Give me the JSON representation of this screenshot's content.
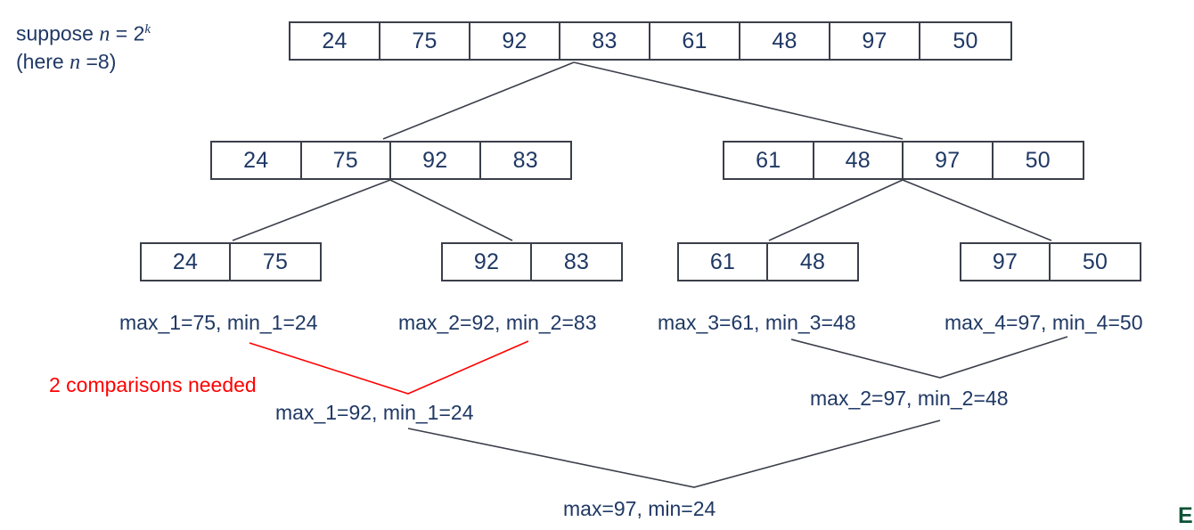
{
  "caption": {
    "line1_prefix": "suppose ",
    "line1_var": "n",
    "line1_eq": " = 2",
    "line1_exp": "k",
    "line2_prefix": "(here ",
    "line2_var": "n",
    "line2_suffix": " =8)"
  },
  "arrays": {
    "level1": {
      "values": [
        "24",
        "75",
        "92",
        "83",
        "61",
        "48",
        "97",
        "50"
      ]
    },
    "level2": [
      {
        "values": [
          "24",
          "75",
          "92",
          "83"
        ]
      },
      {
        "values": [
          "61",
          "48",
          "97",
          "50"
        ]
      }
    ],
    "level3": [
      {
        "values": [
          "24",
          "75"
        ]
      },
      {
        "values": [
          "92",
          "83"
        ]
      },
      {
        "values": [
          "61",
          "48"
        ]
      },
      {
        "values": [
          "97",
          "50"
        ]
      }
    ]
  },
  "labels": {
    "leaf_results": [
      "max_1=75, min_1=24",
      "max_2=92, min_2=83",
      "max_3=61, min_3=48",
      "max_4=97, min_4=50"
    ],
    "comparisons_note": "2 comparisons needed",
    "merge_left": "max_1=92, min_1=24",
    "merge_right": "max_2=97, min_2=48",
    "final": "max=97, min=24"
  },
  "corner_mark": "El",
  "colors": {
    "text": "#1F3864",
    "highlight": "#FF0000",
    "line": "#3b3f4a",
    "corner": "#0E5136"
  }
}
